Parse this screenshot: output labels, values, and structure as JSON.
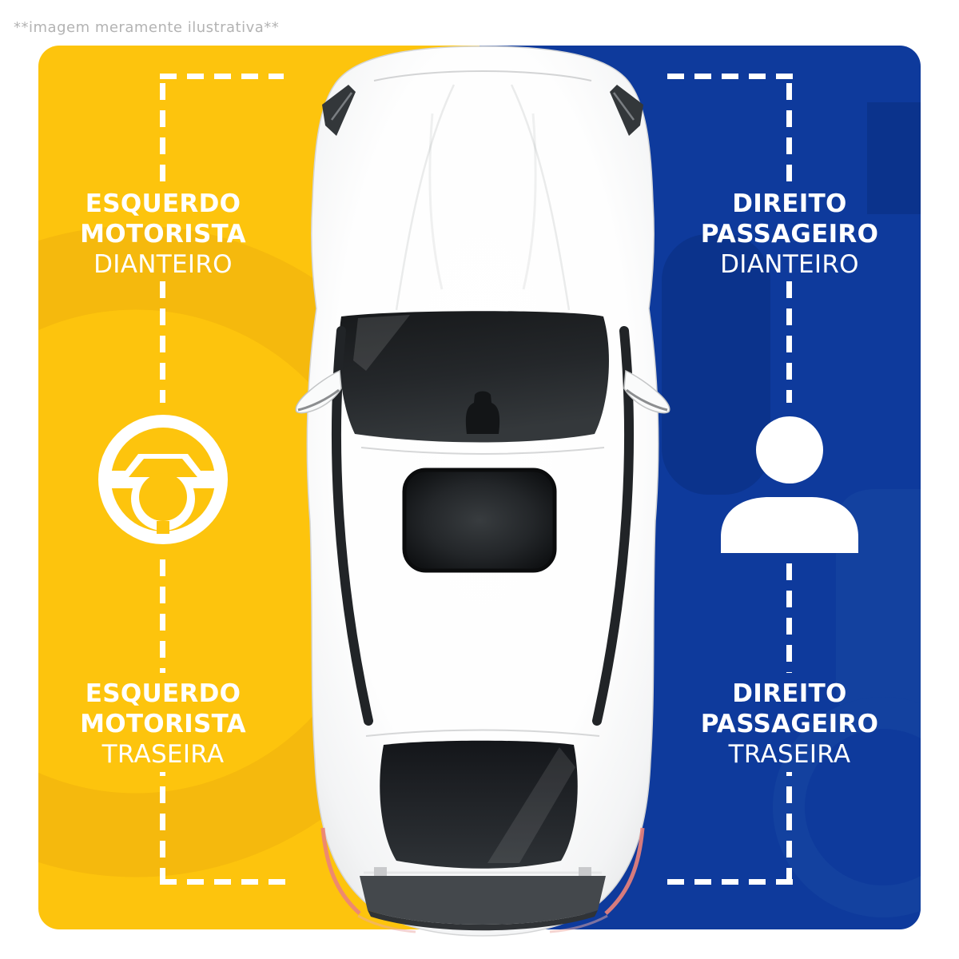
{
  "disclaimer": "**imagem meramente ilustrativa**",
  "colors": {
    "left_bg": "#FDC40D",
    "right_bg": "#0E3A9C",
    "label_text": "#FFFFFF",
    "disclaimer_text": "#B3B3B3",
    "dash": "#FFFFFF",
    "left_watermark": "#F5B90D",
    "right_watermark_dark": "#0B338C",
    "right_watermark_light": "#13419F"
  },
  "labels": {
    "front_left": {
      "lines": [
        "ESQUERDO",
        "MOTORISTA",
        "DIANTEIRO"
      ]
    },
    "front_right": {
      "lines": [
        "DIREITO",
        "PASSAGEIRO",
        "DIANTEIRO"
      ]
    },
    "rear_left": {
      "lines": [
        "ESQUERDO",
        "MOTORISTA",
        "TRASEIRA"
      ]
    },
    "rear_right": {
      "lines": [
        "DIREITO",
        "PASSAGEIRO",
        "TRASEIRA"
      ]
    }
  },
  "icons": {
    "left": "steering-wheel",
    "right": "passenger"
  }
}
